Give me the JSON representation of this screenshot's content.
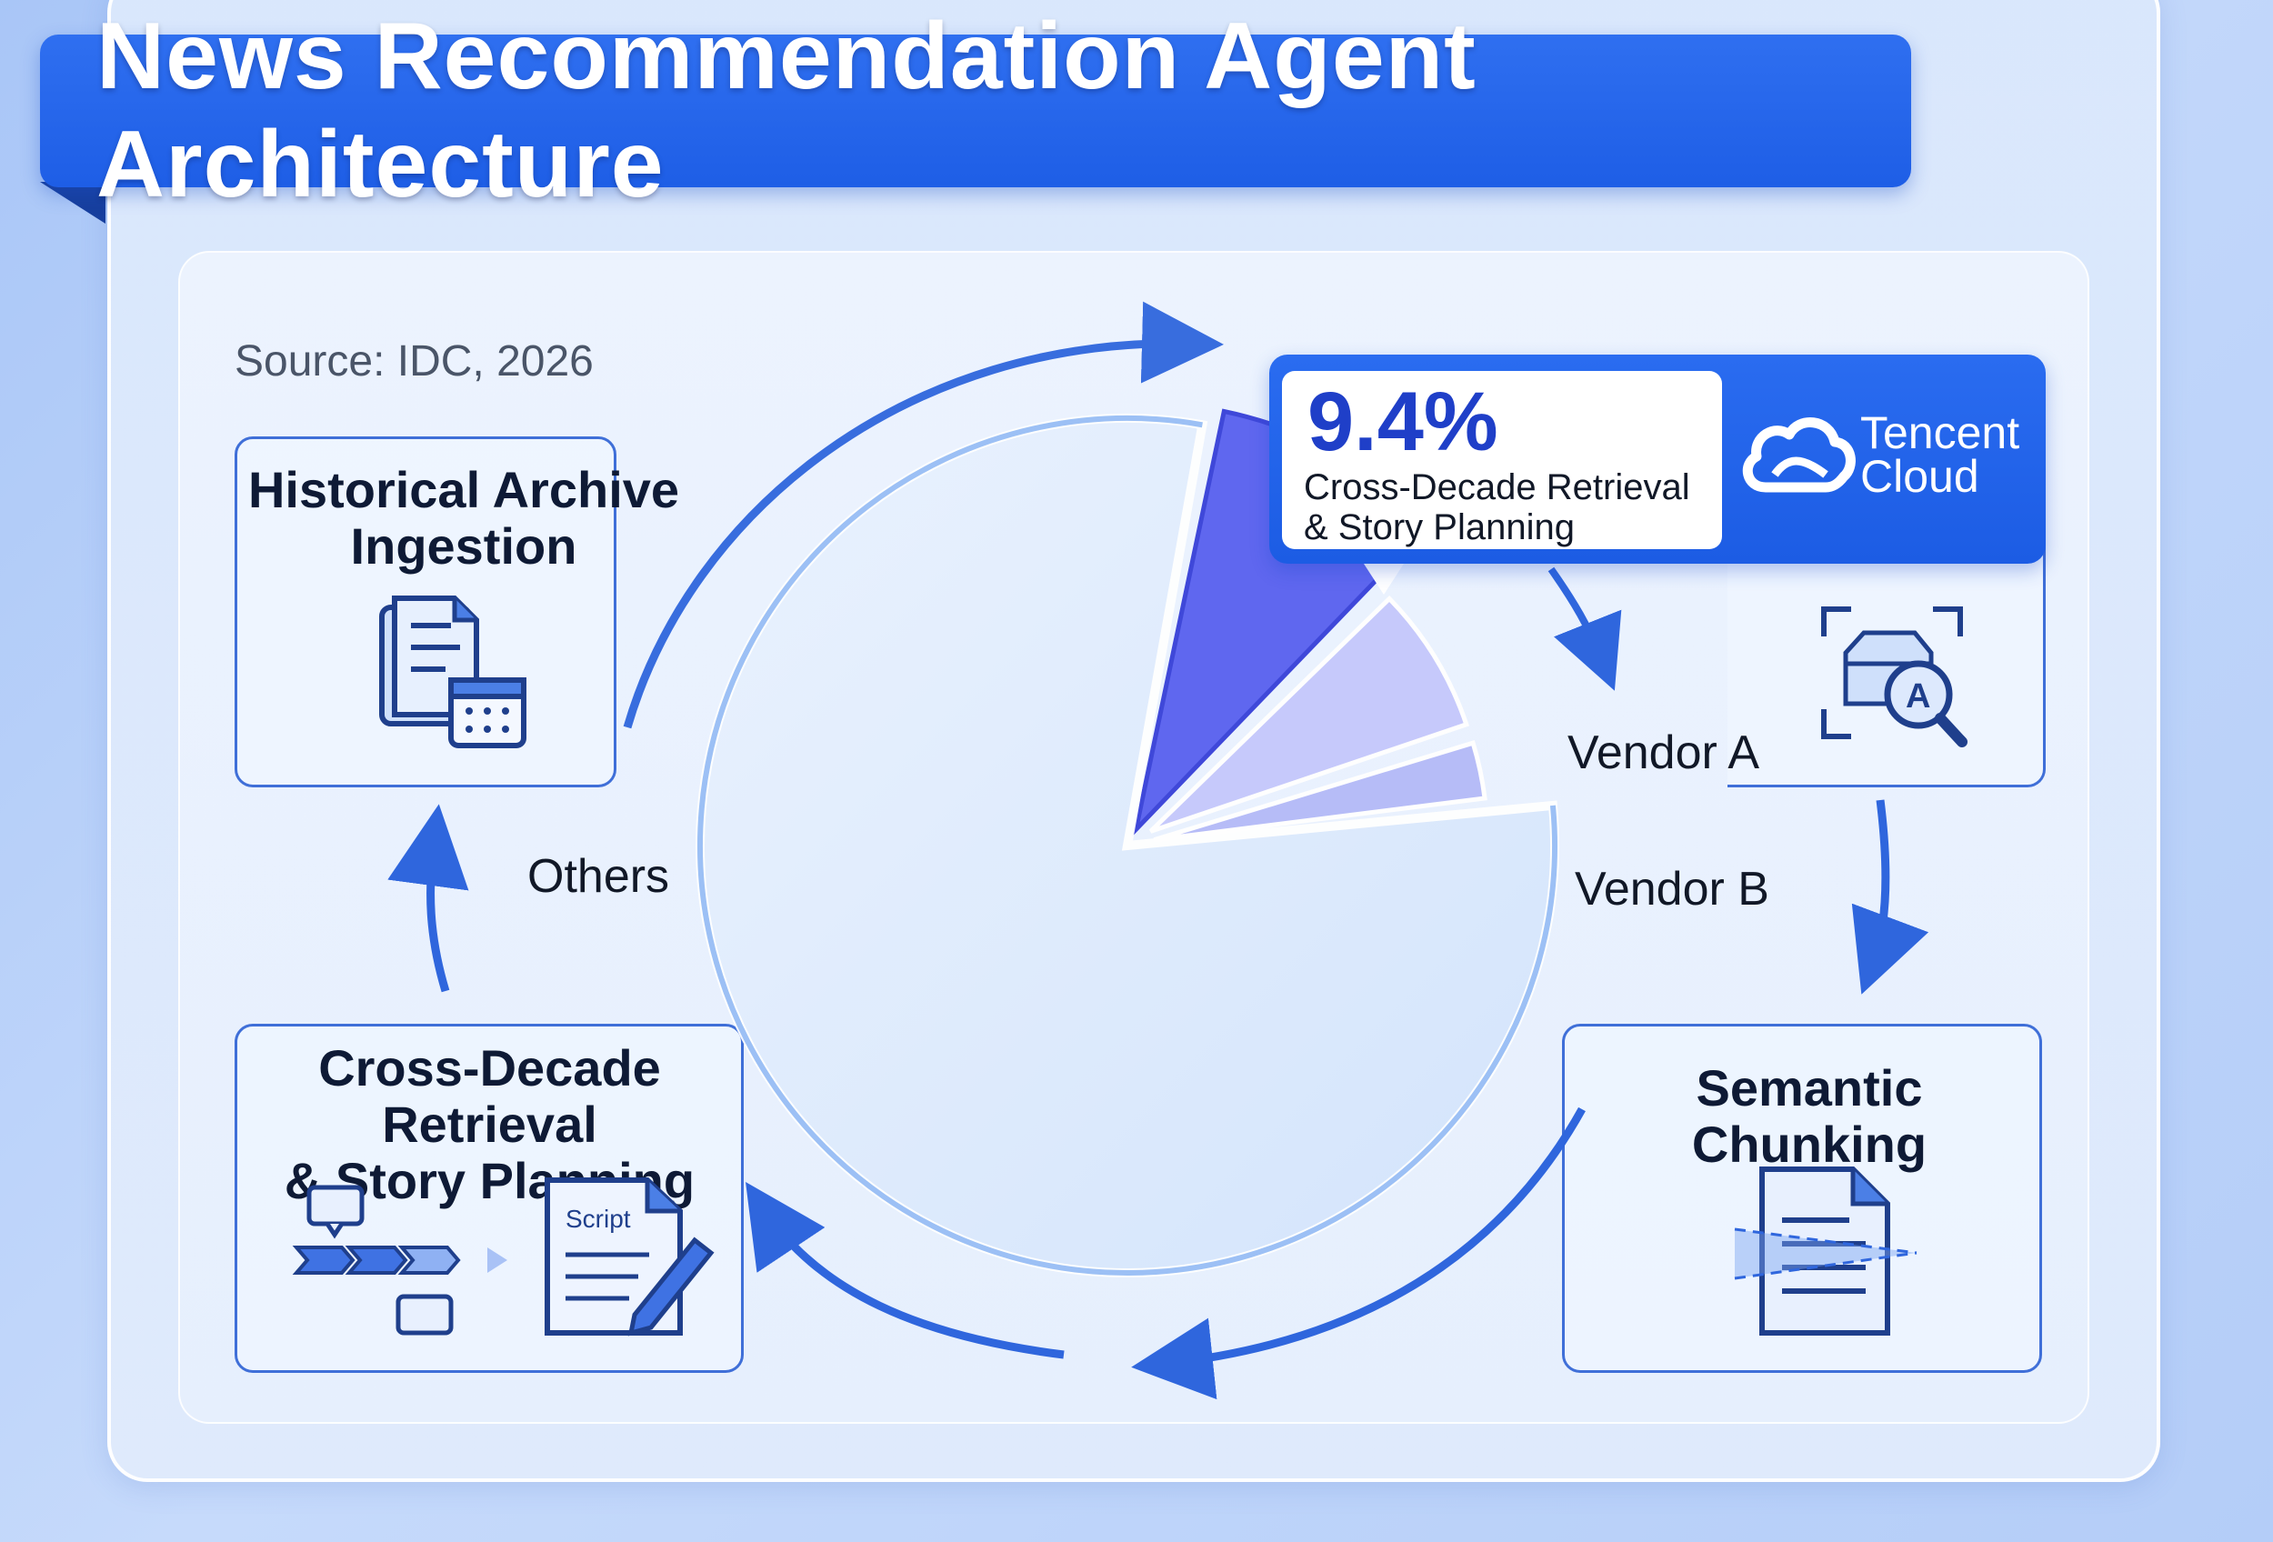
{
  "title": "News Recommendation Agent Architecture",
  "source": "Source: IDC, 2026",
  "stages": {
    "ingestion": "Historical Archive\nIngestion",
    "retrieval": "Cross-Decade Retrieval\n& Story Planning",
    "chunking": "Semantic Chunking"
  },
  "callout": {
    "value": "9.4%",
    "label": "Cross-Decade Retrieval\n& Story Planning",
    "brand": "Tencent\nCloud"
  },
  "chart_data": {
    "type": "pie",
    "slices": [
      {
        "label": "Cross-Decade Retrieval & Story Planning",
        "value": 9.4,
        "color": "#5b63ef"
      },
      {
        "label": "Vendor A",
        "value": 7.6,
        "color": "#c5c8fb"
      },
      {
        "label": "Vendor B",
        "value": 3.2,
        "color": "#b5bbf7"
      },
      {
        "label": "Others",
        "value": 79.8,
        "color": "#dbe8fc"
      }
    ]
  },
  "icons": {
    "doc": "Script",
    "search_letter": "A"
  },
  "colors": {
    "accent": "#1e5ee6",
    "outline": "#3f6fd8",
    "highlight_slice": "#5b63ef"
  }
}
